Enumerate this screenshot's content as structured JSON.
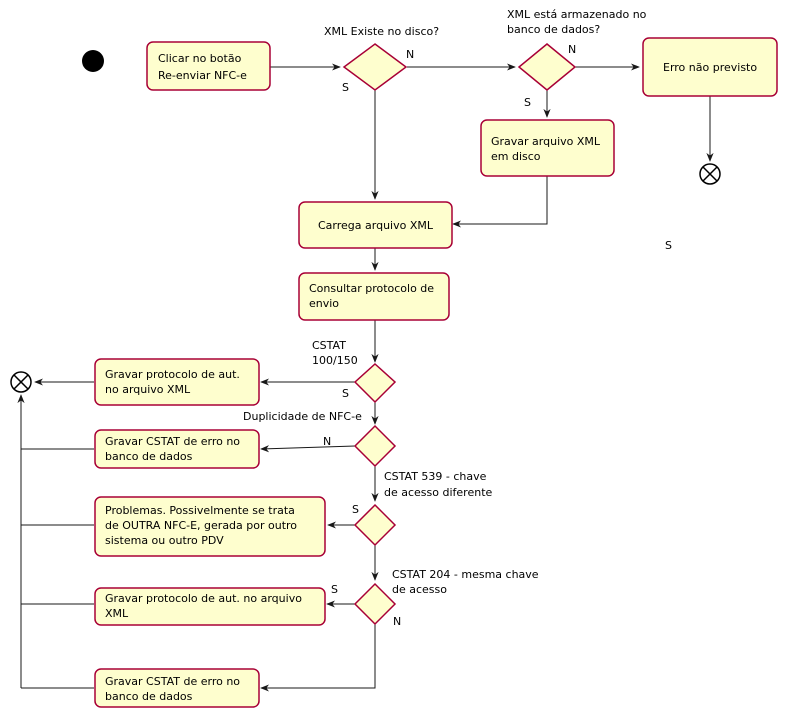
{
  "actions": {
    "clicar": [
      "Clicar no botão",
      "Re-enviar NFC-e"
    ],
    "gravar_xml": [
      "Gravar arquivo XML",
      "em disco"
    ],
    "erro": [
      "Erro não previsto"
    ],
    "carrega": [
      "Carrega arquivo XML"
    ],
    "consultar": [
      "Consultar protocolo de",
      "envio"
    ],
    "grav_prot1": [
      "Gravar protocolo de aut.",
      "no arquivo XML"
    ],
    "grav_cstat1": [
      "Gravar CSTAT de erro no",
      "banco de dados"
    ],
    "problemas": [
      "Problemas. Possivelmente se trata",
      "de OUTRA NFC-E, gerada por outro",
      "sistema ou outro PDV"
    ],
    "grav_prot2": [
      "Gravar protocolo de aut. no arquivo",
      "XML"
    ],
    "grav_cstat2": [
      "Gravar CSTAT de erro no",
      "banco de dados"
    ]
  },
  "decisions": {
    "d1": [
      "XML Existe no disco?"
    ],
    "d2": [
      "XML está armazenado no",
      "banco de dados?"
    ],
    "d3": [
      "CSTAT",
      "100/150"
    ],
    "d4": [
      "Duplicidade de NFC-e"
    ],
    "d5": [
      "CSTAT 539 - chave",
      "de acesso diferente"
    ],
    "d6": [
      "CSTAT 204 - mesma chave",
      "de acesso"
    ]
  },
  "branch_labels": {
    "d1_yes": "S",
    "d1_no": "N",
    "d2_yes": "S",
    "d2_no": "N",
    "d3_yes": "S",
    "d4_no": "N",
    "d5_yes": "S",
    "d6_yes": "S",
    "d6_no": "N",
    "stray": "S"
  },
  "colors": {
    "node_fill": "#FEFECE",
    "node_border": "#A80036",
    "edge": "#181818"
  }
}
